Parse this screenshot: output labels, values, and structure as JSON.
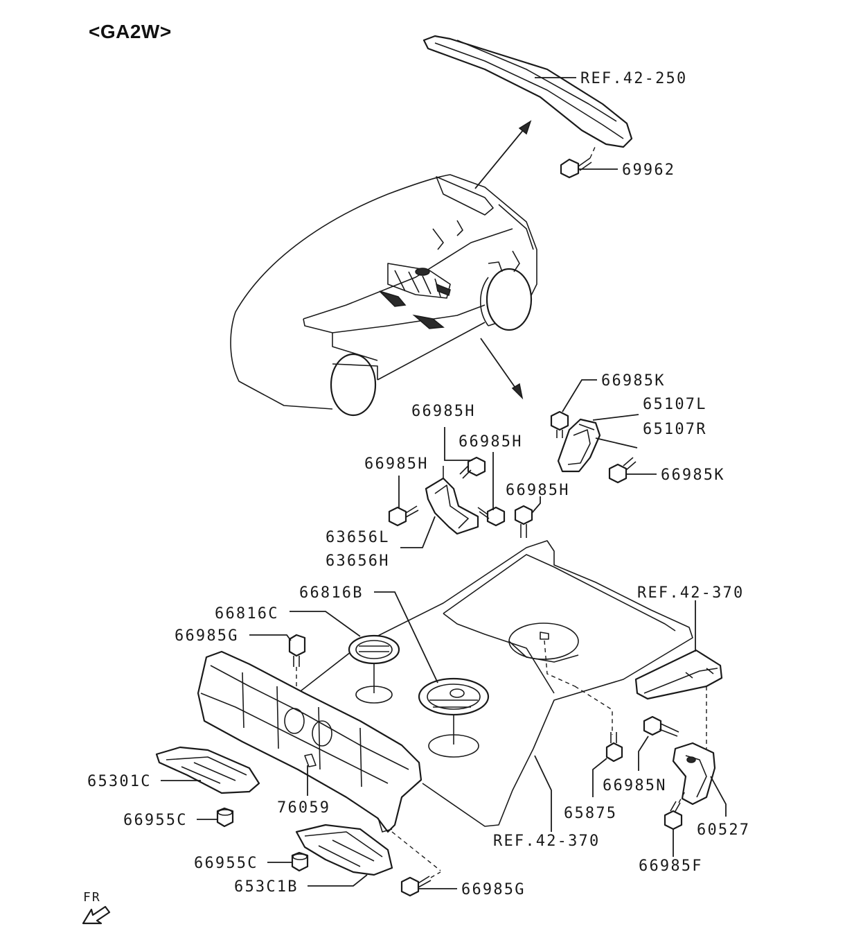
{
  "model_code": "<GA2W>",
  "labels": {
    "ref_42_250": "REF.42-250",
    "p69962": "69962",
    "p66985K_top": "66985K",
    "p65107L": "65107L",
    "p65107R": "65107R",
    "p66985K_bottom": "66985K",
    "p66985H_a": "66985H",
    "p66985H_b": "66985H",
    "p66985H_c": "66985H",
    "p66985H_d": "66985H",
    "p63656L": "63656L",
    "p63656H": "63656H",
    "p66816B": "66816B",
    "p66816C": "66816C",
    "p66985G_top": "66985G",
    "ref_42_370_right": "REF.42-370",
    "p65301C": "65301C",
    "p76059": "76059",
    "p66955C_a": "66955C",
    "p66955C_b": "66955C",
    "p65301B": "653C1B",
    "p66985G_bottom": "66985G",
    "ref_42_370_bottom": "REF.42-370",
    "p65875": "65875",
    "p66985N": "66985N",
    "p60527": "60527",
    "p66985F": "66985F",
    "fr": "FR"
  },
  "icons": {
    "front_arrow": "front-direction-arrow-icon"
  }
}
